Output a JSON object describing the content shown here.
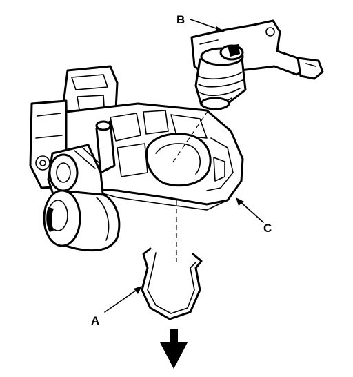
{
  "labels": {
    "a": "A",
    "b": "B",
    "c": "C"
  },
  "icons": {
    "direction_arrow": "arrow-down-icon"
  },
  "colors": {
    "ink": "#000000",
    "paper": "#ffffff"
  }
}
